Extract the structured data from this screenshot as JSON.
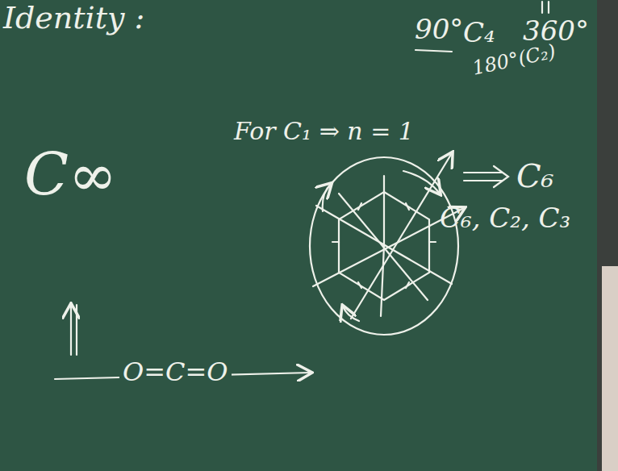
{
  "diagram": {
    "labels": [
      "Identity :",
      "90°",
      "C₄",
      "360°",
      "For C₁ ⇒ n = 1",
      "180°(C₂)",
      "C₆",
      "C₆, C₂, C₃",
      "C∞",
      "O=C=O"
    ]
  }
}
